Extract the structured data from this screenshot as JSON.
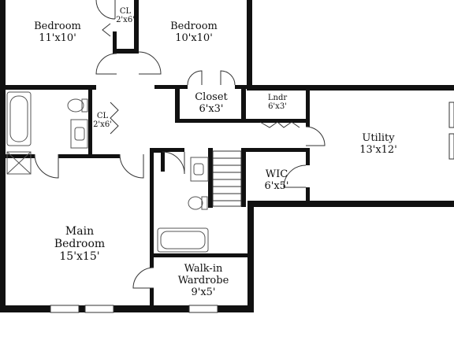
{
  "rooms": {
    "bedroom_nw": {
      "name": "Bedroom",
      "size": "11'x10'"
    },
    "cl_top": {
      "name": "CL",
      "size": "2'x6'"
    },
    "bedroom_n": {
      "name": "Bedroom",
      "size": "10'x10'"
    },
    "closet": {
      "name": "Closet",
      "size": "6'x3'"
    },
    "laundry": {
      "name": "Lndr",
      "size": "6'x3'"
    },
    "utility": {
      "name": "Utility",
      "size": "13'x12'"
    },
    "cl_bath": {
      "name": "CL",
      "size": "2'x6'"
    },
    "wic": {
      "name": "WIC",
      "size": "6'x5'"
    },
    "main_bedroom": {
      "name": "Main",
      "name2": "Bedroom",
      "size": "15'x15'"
    },
    "walk_in_wardrobe": {
      "name": "Walk-in",
      "name2": "Wardrobe",
      "size": "9'x5'"
    }
  },
  "colors": {
    "wall": "#111111",
    "line": "#333333",
    "fixture": "#555555"
  }
}
